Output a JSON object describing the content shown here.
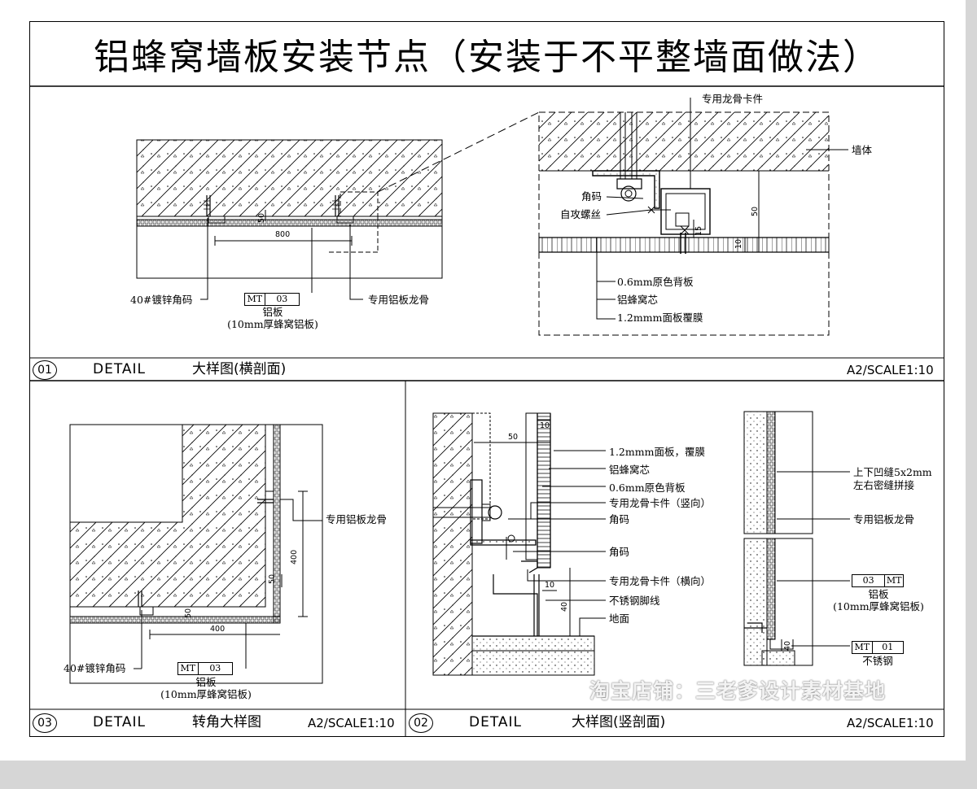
{
  "title": "铝蜂窝墙板安装节点（安装于不平整墙面做法）",
  "detail_word": "DETAIL",
  "panel_01": {
    "number": "01",
    "name": "大样图(横剖面)",
    "scale": "A2/SCALE1:10",
    "labels": {
      "clip": "专用龙骨卡件",
      "wall": "墙体",
      "angle": "角码",
      "screw": "自攻螺丝",
      "backplate": "0.6mm原色背板",
      "core": "铝蜂窝芯",
      "face": "1.2mmm面板覆膜",
      "galv_angle": "40#镀锌角码",
      "keel": "专用铝板龙骨",
      "panel": "铝板",
      "panel_spec": "(10mm厚蜂窝铝板)"
    },
    "tag": {
      "code": "MT",
      "num": "03"
    },
    "dims": {
      "d800": "800",
      "d50a": "50",
      "d50b": "50",
      "d15": "15",
      "d10": "10"
    }
  },
  "panel_03": {
    "number": "03",
    "name": "转角大样图",
    "scale": "A2/SCALE1:10",
    "labels": {
      "keel": "专用铝板龙骨",
      "galv_angle": "40#镀锌角码",
      "panel": "铝板",
      "panel_spec": "(10mm厚蜂窝铝板)"
    },
    "tag": {
      "code": "MT",
      "num": "03"
    },
    "dims": {
      "d400a": "400",
      "d400b": "400",
      "d50a": "50",
      "d50b": "50"
    }
  },
  "panel_02": {
    "number": "02",
    "name": "大样图(竖剖面)",
    "scale": "A2/SCALE1:10",
    "labels": {
      "face": "1.2mmm面板，覆膜",
      "core": "铝蜂窝芯",
      "backplate": "0.6mm原色背板",
      "clip_v": "专用龙骨卡件（竖向）",
      "angle1": "角码",
      "angle2": "角码",
      "clip_h": "专用龙骨卡件（横向）",
      "skirting": "不锈钢脚线",
      "floor": "地面",
      "joint1": "上下凹缝5x2mm",
      "joint2": "左右密缝拼接",
      "keel": "专用铝板龙骨",
      "panel": "铝板",
      "panel_spec": "(10mm厚蜂窝铝板)",
      "steel": "不锈钢"
    },
    "tag_panel": {
      "num": "03",
      "code": "MT"
    },
    "tag_steel": {
      "code": "MT",
      "num": "01"
    },
    "dims": {
      "d50": "50",
      "d10a": "10",
      "d10b": "10",
      "d40a": "40",
      "d40b": "40"
    }
  },
  "watermark": "淘宝店铺：三老爹设计素材基地",
  "colors": {
    "line": "#000000",
    "sheet": "#ffffff",
    "background": "#d6d6d6"
  }
}
